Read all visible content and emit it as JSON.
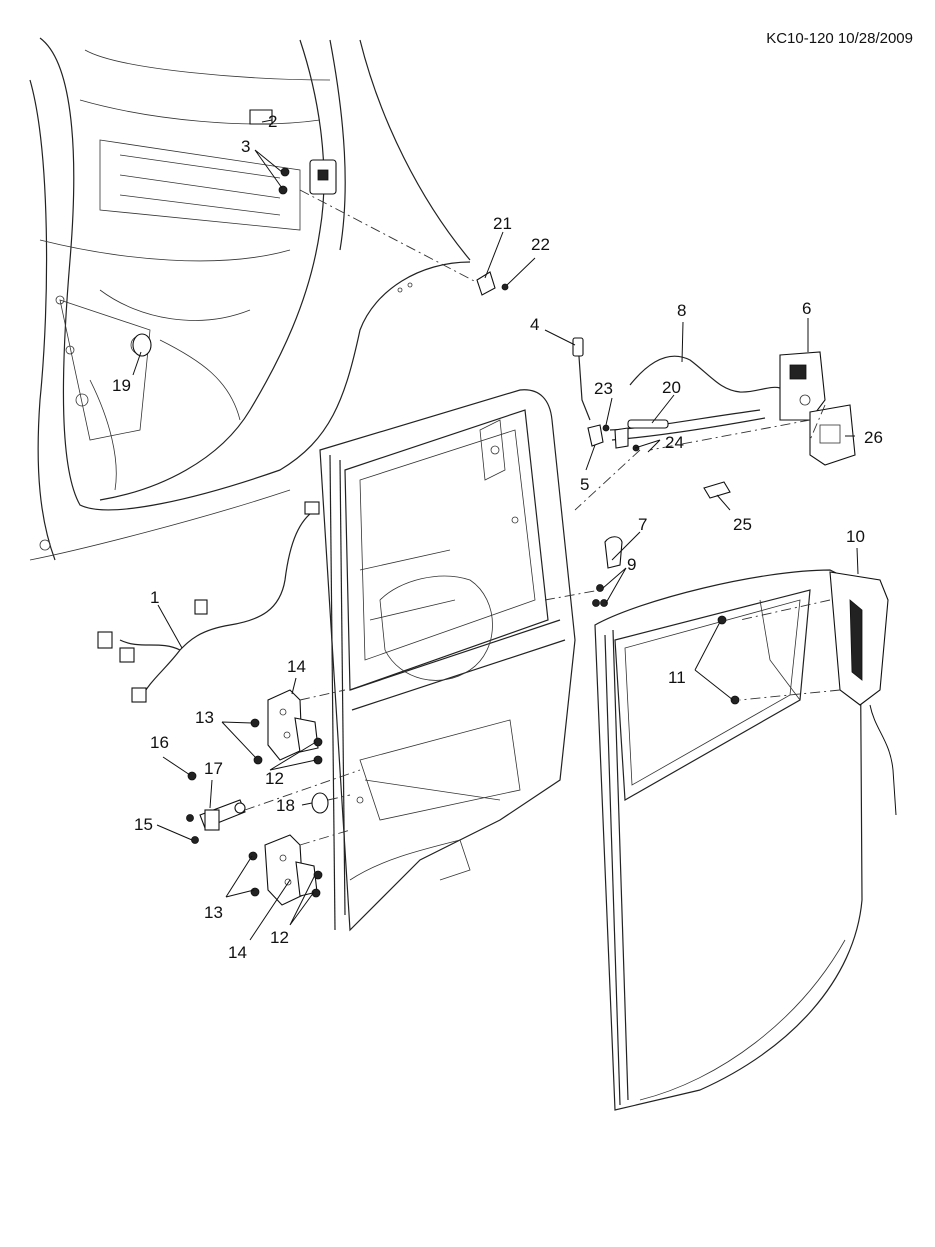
{
  "header": {
    "reference": "KC10-120 10/28/2009"
  },
  "callouts": {
    "c1": "1",
    "c2": "2",
    "c3": "3",
    "c4": "4",
    "c5": "5",
    "c6": "6",
    "c7": "7",
    "c8": "8",
    "c9": "9",
    "c10": "10",
    "c11": "11",
    "c12a": "12",
    "c12b": "12",
    "c13a": "13",
    "c13b": "13",
    "c14a": "14",
    "c14b": "14",
    "c15": "15",
    "c16": "16",
    "c17": "17",
    "c18": "18",
    "c19": "19",
    "c20": "20",
    "c21": "21",
    "c22": "22",
    "c23": "23",
    "c24": "24",
    "c25": "25",
    "c26": "26"
  }
}
